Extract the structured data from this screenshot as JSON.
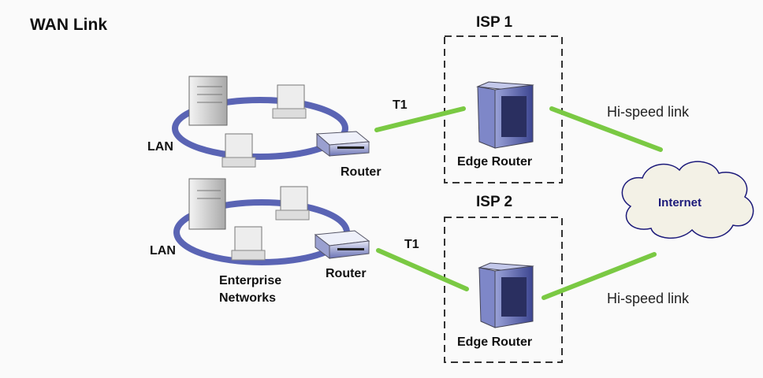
{
  "title": "WAN Link",
  "isp1": {
    "label": "ISP 1",
    "router_label": "Edge Router"
  },
  "isp2": {
    "label": "ISP 2",
    "router_label": "Edge Router"
  },
  "lan1": {
    "label": "LAN",
    "router_label": "Router",
    "link_label": "T1"
  },
  "lan2": {
    "label": "LAN",
    "router_label": "Router",
    "link_label": "T1",
    "caption_line1": "Enterprise",
    "caption_line2": "Networks"
  },
  "internet": {
    "label": "Internet"
  },
  "links": {
    "upper": "Hi-speed link",
    "lower": "Hi-speed link"
  },
  "colors": {
    "link": "#7ac943",
    "lan_ring": "#5a64b4",
    "internet_text": "#1c1a7a"
  }
}
